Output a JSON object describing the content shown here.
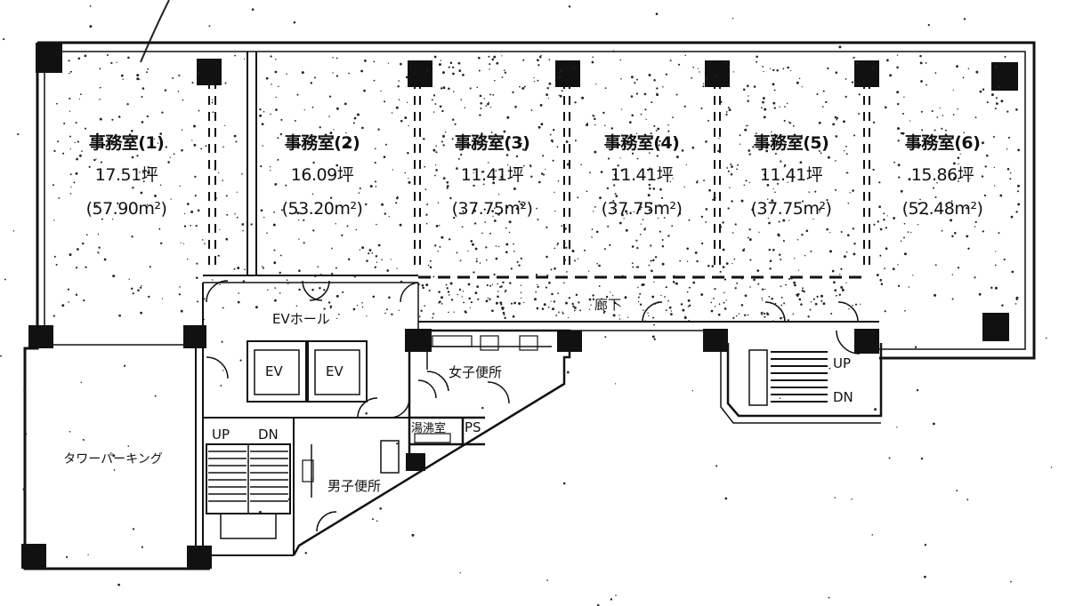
{
  "offices": [
    {
      "name": "事務室(1)",
      "tsubo": "17.51坪",
      "sqm": "(57.90m²)"
    },
    {
      "name": "事務室(2)",
      "tsubo": "16.09坪",
      "sqm": "(53.20m²)"
    },
    {
      "name": "事務室(3)",
      "tsubo": "11.41坪",
      "sqm": "(37.75m²)"
    },
    {
      "name": "事務室(4)",
      "tsubo": "11.41坪",
      "sqm": "(37.75m²)"
    },
    {
      "name": "事務室(5)",
      "tsubo": "11.41坪",
      "sqm": "(37.75m²)"
    },
    {
      "name": "事務室(6)",
      "tsubo": "15.86坪",
      "sqm": "(52.48m²)"
    }
  ],
  "labels": {
    "corridor": "廊下",
    "ev_hall": "EVホール",
    "ev1": "EV",
    "ev2": "EV",
    "womens_wc": "女子便所",
    "mens_wc": "男子便所",
    "pantry": "湯沸室",
    "ps": "PS",
    "tower_parking": "タワーパーキング",
    "stair1_up": "UP",
    "stair1_dn": "DN",
    "stair2_up": "UP",
    "stair2_dn": "DN"
  }
}
